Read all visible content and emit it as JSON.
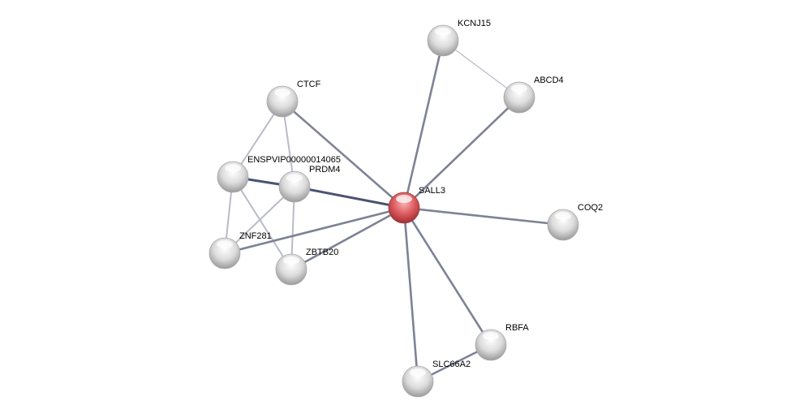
{
  "network": {
    "center_node": "SALL3",
    "nodes": [
      "KCNJ15",
      "ABCD4",
      "CTCF",
      "ENSPVIP00000014065",
      "PRDM4",
      "SALL3",
      "COQ2",
      "ZNF281",
      "ZBTB20",
      "RBFA",
      "SLC66A2"
    ],
    "edges": [
      [
        "KCNJ15",
        "ABCD4"
      ],
      [
        "KCNJ15",
        "SALL3"
      ],
      [
        "ABCD4",
        "SALL3"
      ],
      [
        "CTCF",
        "SALL3"
      ],
      [
        "CTCF",
        "ENSPVIP00000014065"
      ],
      [
        "CTCF",
        "PRDM4"
      ],
      [
        "ENSPVIP00000014065",
        "PRDM4"
      ],
      [
        "ENSPVIP00000014065",
        "ZNF281"
      ],
      [
        "ENSPVIP00000014065",
        "ZBTB20"
      ],
      [
        "PRDM4",
        "SALL3"
      ],
      [
        "PRDM4",
        "ZNF281"
      ],
      [
        "PRDM4",
        "ZBTB20"
      ],
      [
        "ZNF281",
        "SALL3"
      ],
      [
        "ZBTB20",
        "SALL3"
      ],
      [
        "SALL3",
        "COQ2"
      ],
      [
        "SALL3",
        "RBFA"
      ],
      [
        "SALL3",
        "SLC66A2"
      ],
      [
        "RBFA",
        "SLC66A2"
      ]
    ]
  },
  "colors": {
    "center_node": "#d9545a",
    "node": "#d8d8d8",
    "edge": "#7d8296",
    "edge_strong": "#4a5372",
    "edge_light": "#b8bbc8"
  }
}
